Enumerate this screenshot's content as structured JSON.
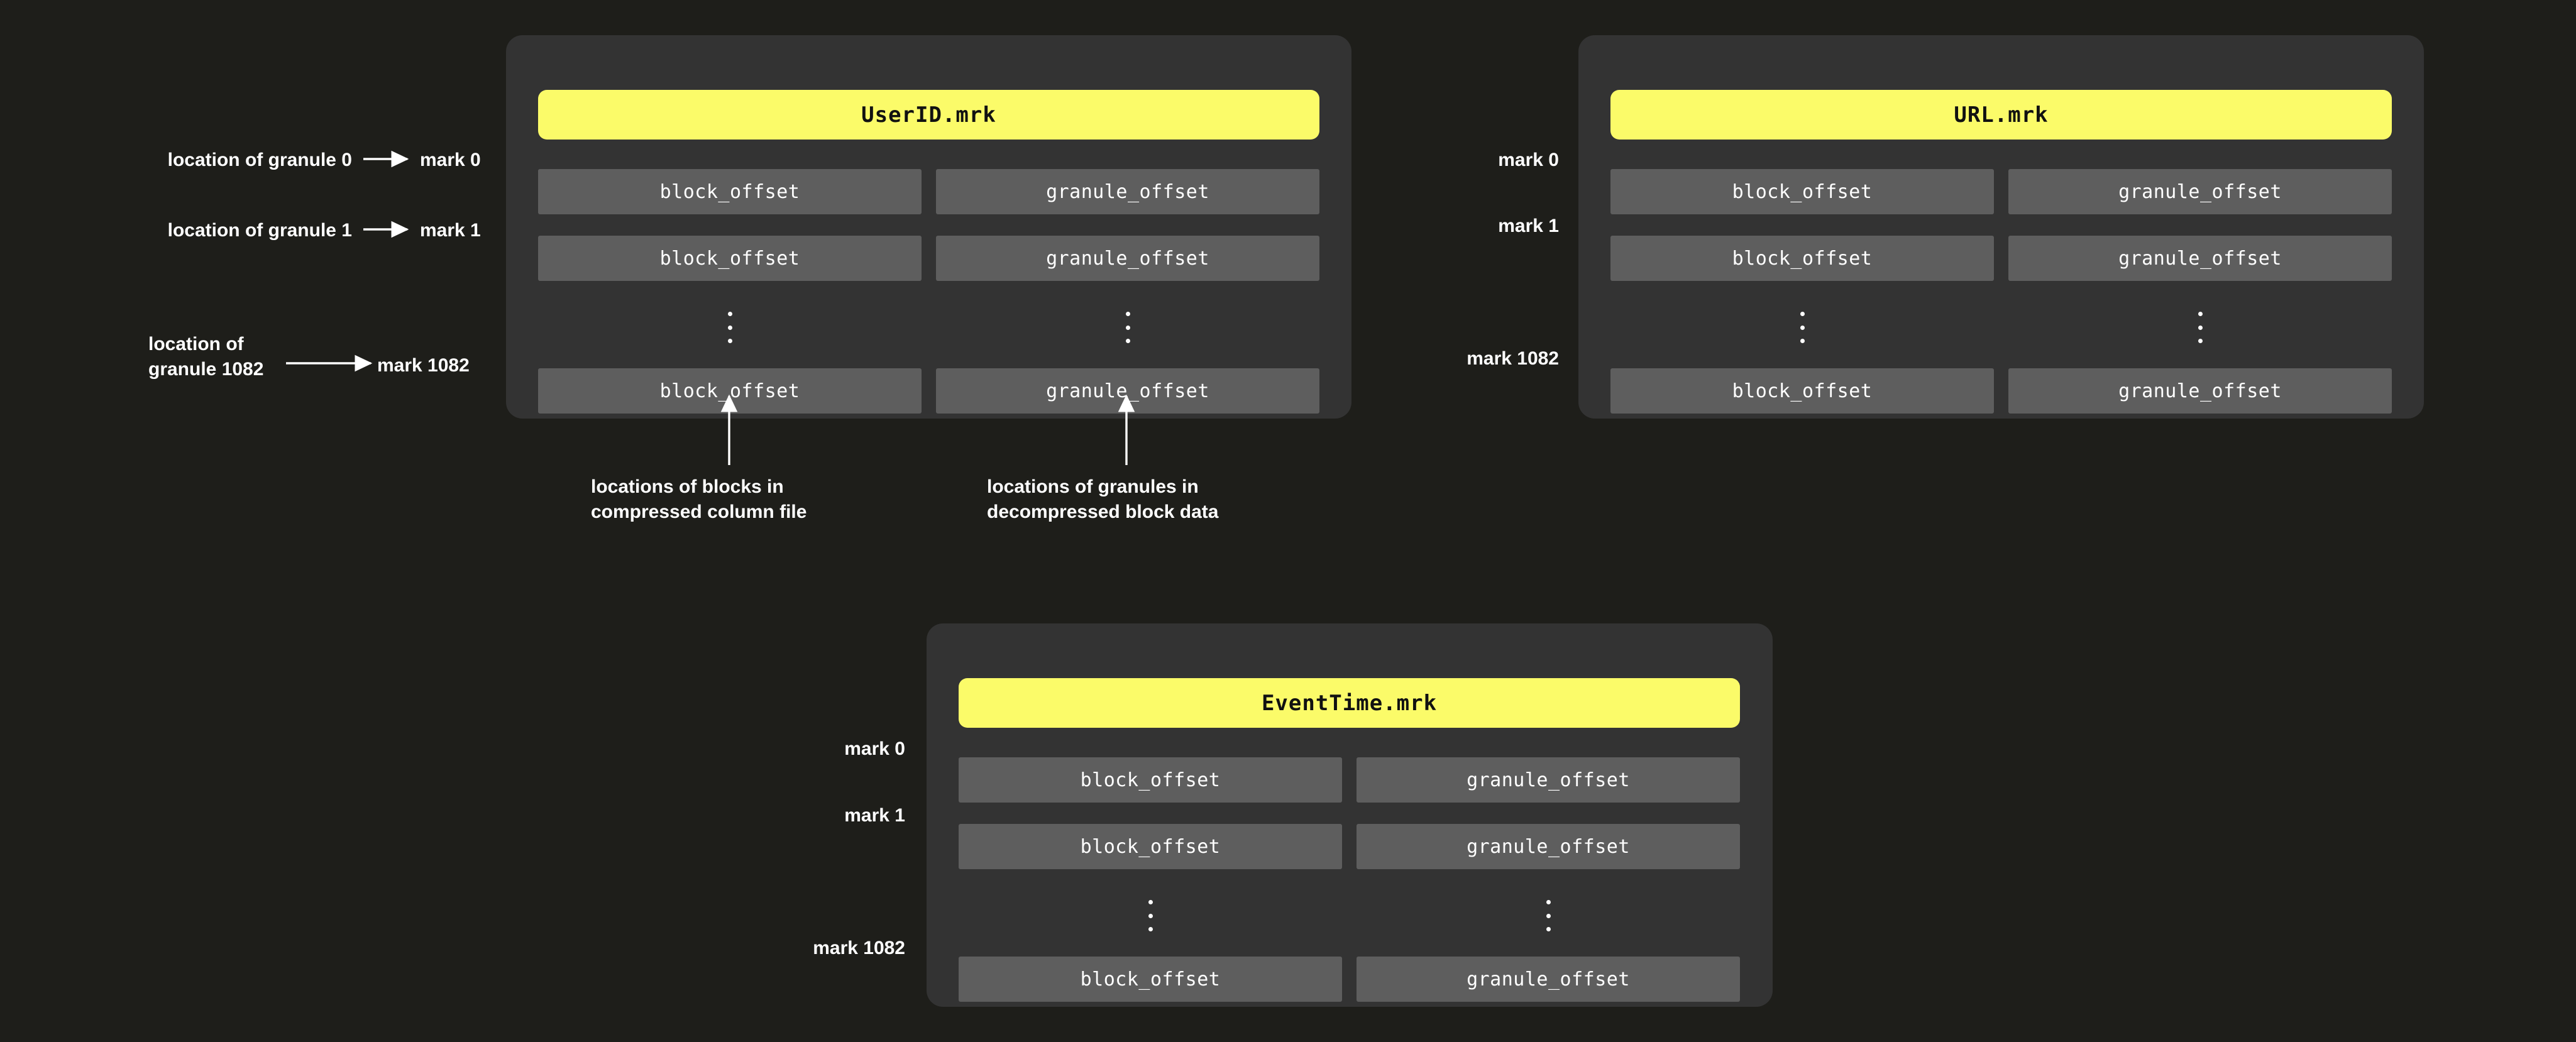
{
  "theme": {
    "page_background": "#1e1e1a",
    "card_background": "#333333",
    "title_pill_background": "#fbfb69",
    "cell_background": "#5e5e5e",
    "text_color": "#ffffff",
    "title_text_color": "#111111"
  },
  "cards": {
    "userid": {
      "title": "UserID.mrk",
      "rows": [
        {
          "mark": "mark 0",
          "block": "block_offset",
          "granule": "granule_offset"
        },
        {
          "mark": "mark 1",
          "block": "block_offset",
          "granule": "granule_offset"
        },
        {
          "mark": "",
          "block": "⋮",
          "granule": "⋮"
        },
        {
          "mark": "mark 1082",
          "block": "block_offset",
          "granule": "granule_offset"
        }
      ]
    },
    "url": {
      "title": "URL.mrk",
      "rows": [
        {
          "mark": "mark 0",
          "block": "block_offset",
          "granule": "granule_offset"
        },
        {
          "mark": "mark 1",
          "block": "block_offset",
          "granule": "granule_offset"
        },
        {
          "mark": "",
          "block": "⋮",
          "granule": "⋮"
        },
        {
          "mark": "mark 1082",
          "block": "block_offset",
          "granule": "granule_offset"
        }
      ]
    },
    "eventtime": {
      "title": "EventTime.mrk",
      "rows": [
        {
          "mark": "mark 0",
          "block": "block_offset",
          "granule": "granule_offset"
        },
        {
          "mark": "mark 1",
          "block": "block_offset",
          "granule": "granule_offset"
        },
        {
          "mark": "",
          "block": "⋮",
          "granule": "⋮"
        },
        {
          "mark": "mark 1082",
          "block": "block_offset",
          "granule": "granule_offset"
        }
      ]
    }
  },
  "granule_mappings": [
    {
      "source": "location of granule 0",
      "target": "mark 0"
    },
    {
      "source": "location of granule 1",
      "target": "mark 1"
    },
    {
      "source": "location of\ngranule 1082",
      "target": "mark 1082"
    }
  ],
  "callouts": {
    "block_offset_note": "locations of blocks in\ncompressed column file",
    "granule_offset_note": "locations of granules in\ndecompressed block data"
  }
}
